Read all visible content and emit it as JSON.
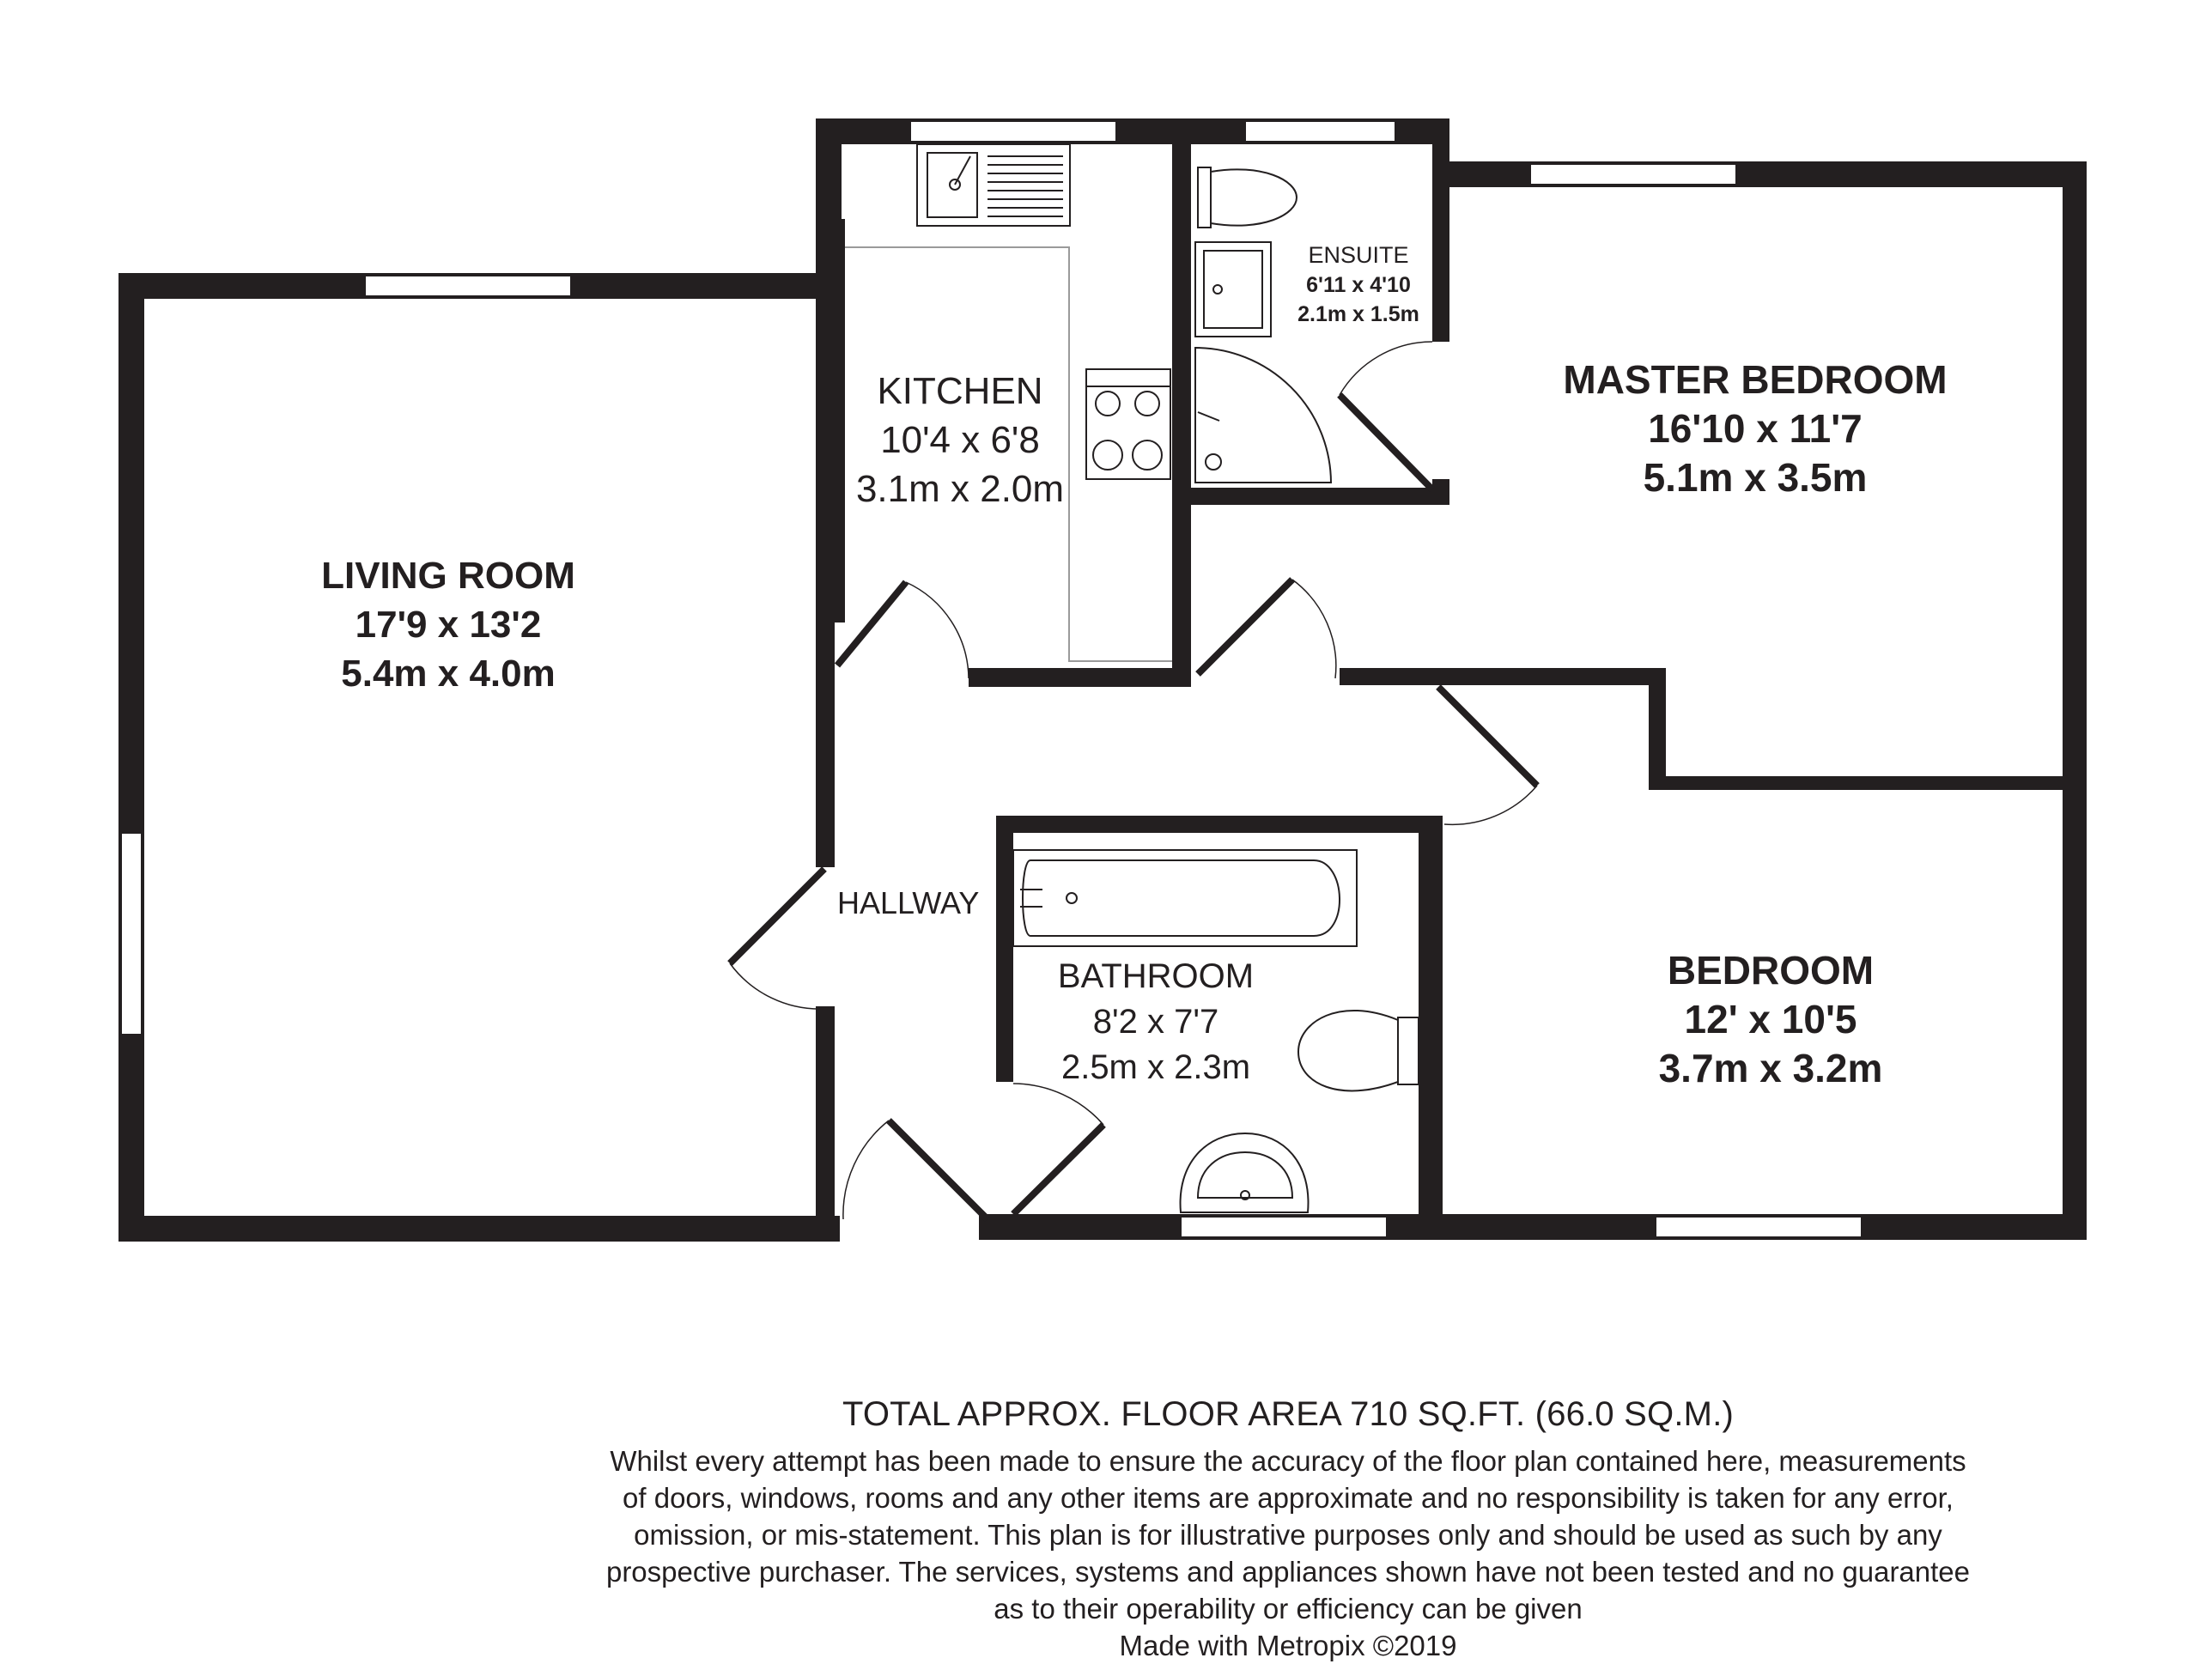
{
  "rooms": {
    "living_room": {
      "name": "LIVING ROOM",
      "imperial": "17'9 x 13'2",
      "metric": "5.4m x 4.0m"
    },
    "kitchen": {
      "name": "KITCHEN",
      "imperial": "10'4 x 6'8",
      "metric": "3.1m x 2.0m"
    },
    "ensuite": {
      "name": "ENSUITE",
      "imperial": "6'11 x 4'10",
      "metric": "2.1m x 1.5m"
    },
    "master_bedroom": {
      "name": "MASTER BEDROOM",
      "imperial": "16'10 x 11'7",
      "metric": "5.1m x 3.5m"
    },
    "hallway": {
      "name": "HALLWAY"
    },
    "bathroom": {
      "name": "BATHROOM",
      "imperial": "8'2 x 7'7",
      "metric": "2.5m x 2.3m"
    },
    "bedroom": {
      "name": "BEDROOM",
      "imperial": "12' x 10'5",
      "metric": "3.7m x 3.2m"
    }
  },
  "footer": {
    "total_area": "TOTAL APPROX. FLOOR AREA 710 SQ.FT. (66.0 SQ.M.)",
    "disclaimer_lines": [
      "Whilst every attempt has been made to ensure the accuracy of the floor plan contained here, measurements",
      "of doors, windows, rooms and any other items are approximate and no responsibility is taken for any error,",
      "omission, or mis-statement. This plan is for illustrative purposes only and should be used as such by any",
      "prospective purchaser. The services, systems and appliances shown have not been tested and no guarantee",
      "as to their operability or efficiency can be given"
    ],
    "credit": "Made with Metropix ©2019"
  },
  "colors": {
    "wall": "#231f20",
    "background": "#ffffff",
    "counter": "#9a9a9a"
  }
}
